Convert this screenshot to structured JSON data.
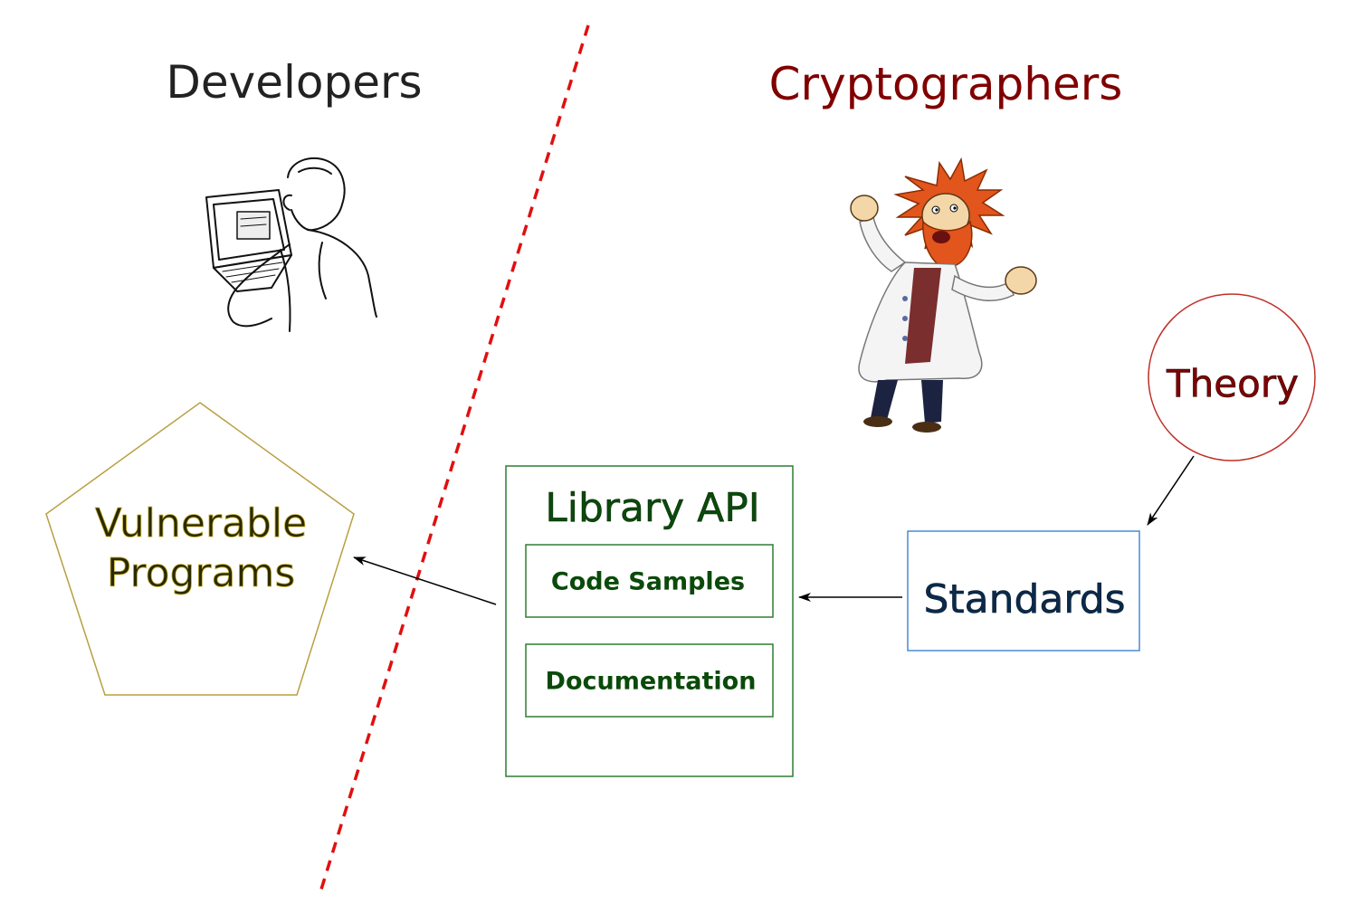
{
  "headings": {
    "developers": "Developers",
    "cryptographers": "Cryptographers"
  },
  "nodes": {
    "theory": "Theory",
    "standards": "Standards",
    "library_api": "Library API",
    "code_samples": "Code Samples",
    "documentation": "Documentation",
    "vulnerable_line1": "Vulnerable",
    "vulnerable_line2": "Programs"
  },
  "illustrations": {
    "developer": "developer-at-laptop-sketch",
    "cryptographer": "mad-scientist-cartoon"
  },
  "colors": {
    "developers_heading": "#222222",
    "cryptographers_heading": "#800000",
    "theory": "#800000",
    "standards_text": "#0b2a4a",
    "standards_border": "#4a8ad4",
    "library": "#0a4a0a",
    "library_border": "#2e7d32",
    "vulnerable_text": "#2a2a00",
    "vulnerable_border": "#b8a040",
    "divider": "#e01010",
    "arrow": "#000000"
  }
}
